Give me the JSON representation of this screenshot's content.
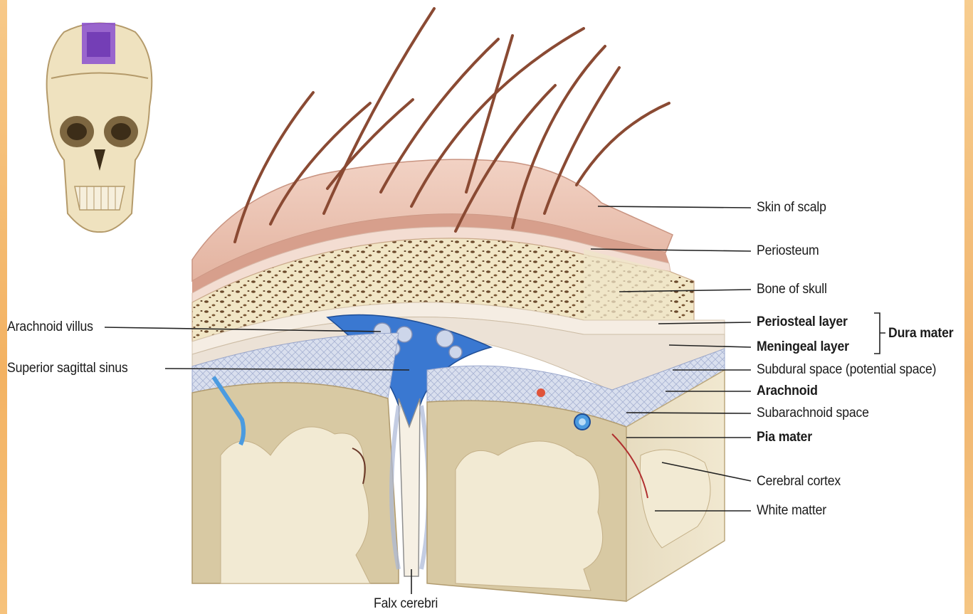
{
  "labels": {
    "left": [
      {
        "key": "arachnoid_villus",
        "text": "Arachnoid villus",
        "bold": false
      },
      {
        "key": "superior_sagittal_sinus",
        "text": "Superior sagittal sinus",
        "bold": false
      }
    ],
    "right": [
      {
        "key": "skin_of_scalp",
        "text": "Skin of scalp",
        "bold": false
      },
      {
        "key": "periosteum",
        "text": "Periosteum",
        "bold": false
      },
      {
        "key": "bone_of_skull",
        "text": "Bone of skull",
        "bold": false
      },
      {
        "key": "periosteal_layer",
        "text": "Periosteal layer",
        "bold": true
      },
      {
        "key": "meningeal_layer",
        "text": "Meningeal layer",
        "bold": true
      },
      {
        "key": "subdural_space",
        "text": "Subdural space (potential space)",
        "bold": false
      },
      {
        "key": "arachnoid",
        "text": "Arachnoid",
        "bold": true
      },
      {
        "key": "subarachnoid_space",
        "text": "Subarachnoid space",
        "bold": false
      },
      {
        "key": "pia_mater",
        "text": "Pia mater",
        "bold": true
      },
      {
        "key": "cerebral_cortex",
        "text": "Cerebral cortex",
        "bold": false
      },
      {
        "key": "white_matter",
        "text": "White matter",
        "bold": false
      }
    ],
    "group": {
      "text": "Dura mater",
      "bold": true
    },
    "bottom": {
      "text": "Falx cerebri",
      "bold": false
    }
  },
  "colors": {
    "scalp": "#e9c0ad",
    "bone": "#f1e6c6",
    "bone_pores": "#6b4a2c",
    "dura": "#f3ece2",
    "sinus": "#3a78d1",
    "cortex": "#d8c9a3",
    "white_matter": "#f2ead3",
    "hair": "#8a4a33",
    "leader_line": "#222222",
    "vein": "#4b9be0",
    "artery": "#e0533a"
  },
  "icons": [
    "skull-locator-icon"
  ]
}
